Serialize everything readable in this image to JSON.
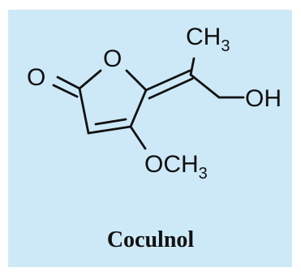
{
  "molecule": {
    "name": "Coculnol",
    "atoms": {
      "carbonyl_oxygen": "O",
      "ring_oxygen": "O",
      "methyl_main": "CH",
      "methyl_sub": "3",
      "hydroxyl": "OH",
      "methoxy_main": "OCH",
      "methoxy_sub": "3"
    }
  }
}
